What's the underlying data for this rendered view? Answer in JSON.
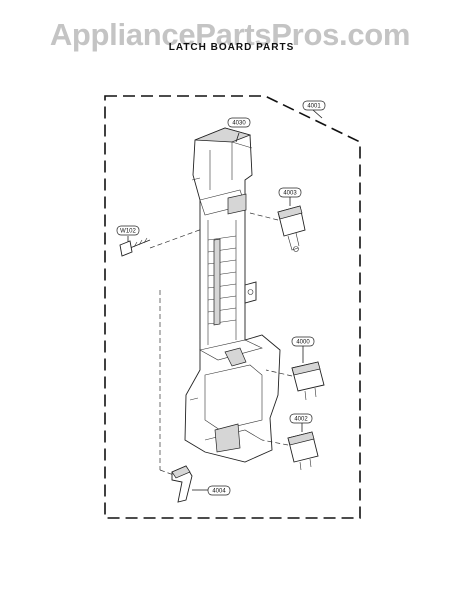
{
  "watermark": "AppliancePartsPros.com",
  "title": "LATCH BOARD PARTS",
  "callouts": {
    "assembly": "4001",
    "latch_board": "4030",
    "switch_top": "4003",
    "switch_mid": "4000",
    "switch_bottom": "4002",
    "lever": "4004",
    "screw": "W102"
  }
}
